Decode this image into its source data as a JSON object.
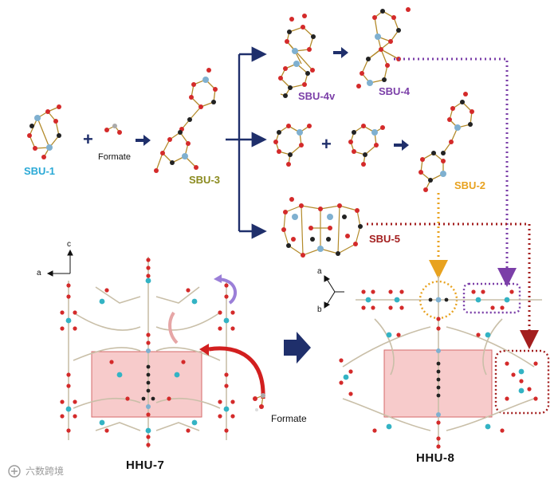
{
  "labels": {
    "sbu1": "SBU-1",
    "sbu2": "SBU-2",
    "sbu3": "SBU-3",
    "sbu4": "SBU-4",
    "sbu4v": "SBU-4v",
    "sbu5": "SBU-5",
    "formate_top": "Formate",
    "formate_bottom": "Formate",
    "hhu7": "HHU-7",
    "hhu8": "HHU-8",
    "plus1": "+",
    "plus2": "+"
  },
  "axes": {
    "left": {
      "a": "a",
      "c": "c"
    },
    "right": {
      "a": "a",
      "b": "b"
    }
  },
  "watermark": "六数跨境",
  "colors": {
    "sbu1": "#2aa9d6",
    "sbu2": "#e8a21f",
    "sbu3": "#8a8a1e",
    "sbu4": "#7b3fa8",
    "sbu5": "#a31e1e",
    "arrow_navy": "#1f2f6b",
    "orange_dotted": "#e8a21f",
    "purple_dotted": "#7b3fa8",
    "red_dotted": "#a31e1e",
    "highlight_fill": "#f4b9b9",
    "highlight_stroke": "#d66a6a",
    "oxygen": "#d42a2a",
    "carbon": "#222222",
    "metal": "#7fb0d0",
    "ligand": "#c9bfa8",
    "teal_node": "#33b3c4"
  }
}
